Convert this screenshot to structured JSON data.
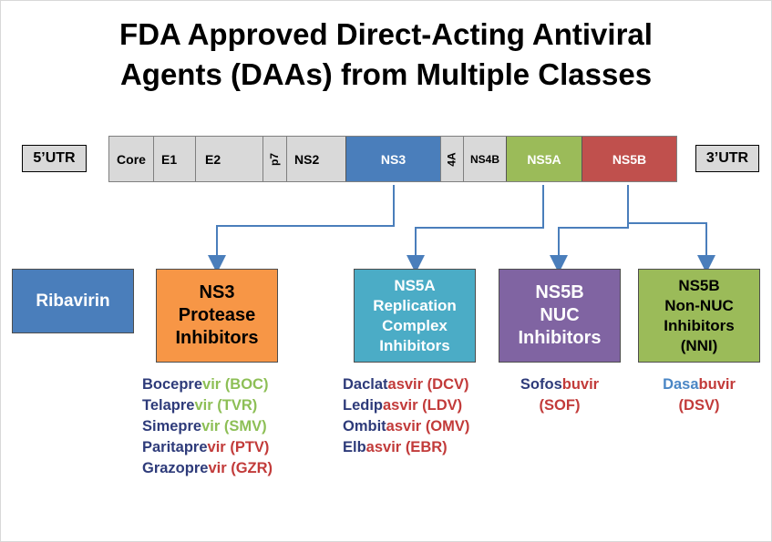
{
  "title": {
    "line1": "FDA Approved Direct-Acting Antiviral",
    "line2": "Agents (DAAs) from Multiple Classes"
  },
  "genome": {
    "utr5": "5’UTR",
    "utr3": "3’UTR",
    "segments": [
      {
        "label": "Core",
        "color": "#d9d9d9"
      },
      {
        "label": "E1",
        "color": "#d9d9d9"
      },
      {
        "label": "E2",
        "color": "#d9d9d9"
      },
      {
        "label": "p7",
        "color": "#d9d9d9"
      },
      {
        "label": "NS2",
        "color": "#d9d9d9"
      },
      {
        "label": "NS3",
        "color": "#4a7ebb"
      },
      {
        "label": "4A",
        "color": "#d9d9d9"
      },
      {
        "label": "NS4B",
        "color": "#d9d9d9"
      },
      {
        "label": "NS5A",
        "color": "#9bbb59"
      },
      {
        "label": "NS5B",
        "color": "#c0504d"
      }
    ]
  },
  "classes": {
    "ribavirin": {
      "label": "Ribavirin",
      "color": "#4a7ebb"
    },
    "ns3": {
      "lines": [
        "NS3",
        "Protease",
        "Inhibitors"
      ],
      "color": "#f79646"
    },
    "ns5a": {
      "lines": [
        "NS5A",
        "Replication",
        "Complex",
        "Inhibitors"
      ],
      "color": "#4bacc6"
    },
    "nuc": {
      "lines": [
        "NS5B",
        "NUC",
        "Inhibitors"
      ],
      "color": "#8064a2"
    },
    "nni": {
      "lines": [
        "NS5B",
        "Non-NUC",
        "Inhibitors",
        "(NNI)"
      ],
      "color": "#9bbb59"
    }
  },
  "drugs": {
    "ns3": [
      {
        "stem": "Bocepre",
        "suffix": "vir",
        "abbr": "(BOC)"
      },
      {
        "stem": "Telapre",
        "suffix": "vir",
        "abbr": "(TVR)"
      },
      {
        "stem": "Simepre",
        "suffix": "vir",
        "abbr": "(SMV)"
      },
      {
        "stem": "Paritapre",
        "suffix": "vir",
        "abbr": "(PTV)"
      },
      {
        "stem": "Grazopre",
        "suffix": "vir",
        "abbr": "(GZR)"
      }
    ],
    "ns5a": [
      {
        "stem": "Daclat",
        "suffix": "asvir",
        "abbr": "(DCV)"
      },
      {
        "stem": "Ledip",
        "suffix": "asvir",
        "abbr": "(LDV)"
      },
      {
        "stem": "Ombit",
        "suffix": "asvir",
        "abbr": "(OMV)"
      },
      {
        "stem": "Elb",
        "suffix": "asvir",
        "abbr": "(EBR)"
      }
    ],
    "nuc": {
      "stem": "Sofos",
      "suffix": "buvir",
      "abbr": "(SOF)"
    },
    "nni": {
      "stem": "Dasa",
      "suffix": "buvir",
      "abbr": "(DSV)"
    }
  }
}
